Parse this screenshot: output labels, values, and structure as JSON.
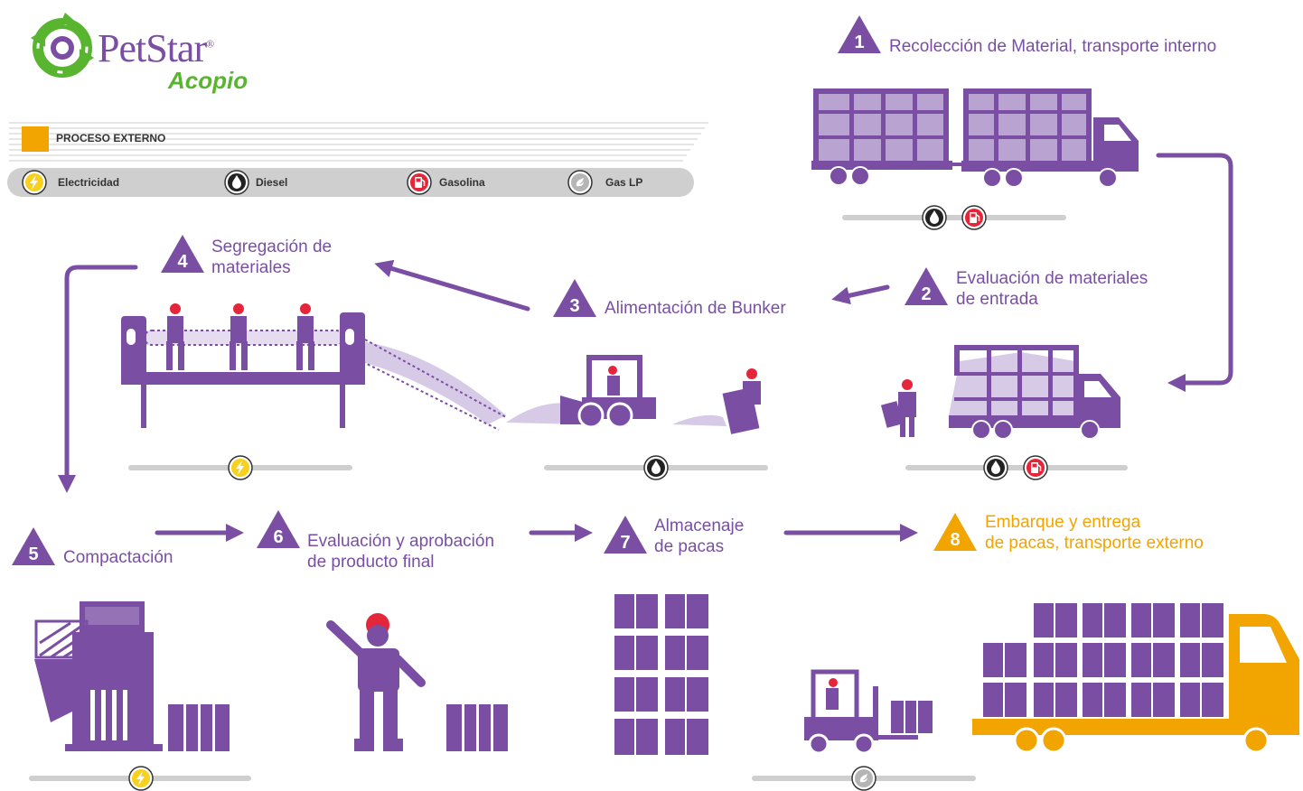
{
  "brand": {
    "name": "PetStar",
    "trademark": "®",
    "sub": "Acopio"
  },
  "legend": {
    "external_process": "PROCESO EXTERNO",
    "energy": [
      {
        "label": "Electricidad",
        "icon": "lightning-icon",
        "color": "#f7d11e"
      },
      {
        "label": "Diesel",
        "icon": "drop-icon",
        "color": "#222222"
      },
      {
        "label": "Gasolina",
        "icon": "fuel-pump-icon",
        "color": "#e5263a"
      },
      {
        "label": "Gas LP",
        "icon": "gas-flame-icon",
        "color": "#b5b5b5"
      }
    ]
  },
  "colors": {
    "purple": "#7a4fa3",
    "orange": "#f2a400",
    "green": "#59b42f",
    "gray": "#cfcfcf"
  },
  "steps": [
    {
      "num": "1",
      "line1": "Recolección de Material, transporte interno",
      "line2": "",
      "energy": [
        "drop-icon",
        "fuel-pump-icon"
      ]
    },
    {
      "num": "2",
      "line1": "Evaluación de materiales",
      "line2": "de entrada",
      "energy": [
        "drop-icon",
        "fuel-pump-icon"
      ]
    },
    {
      "num": "3",
      "line1": "Alimentación de Bunker",
      "line2": "",
      "energy": [
        "drop-icon"
      ]
    },
    {
      "num": "4",
      "line1": "Segregación de",
      "line2": "materiales",
      "energy": [
        "lightning-icon"
      ]
    },
    {
      "num": "5",
      "line1": "Compactación",
      "line2": "",
      "energy": [
        "lightning-icon"
      ]
    },
    {
      "num": "6",
      "line1": "Evaluación y aprobación",
      "line2": "de producto final",
      "energy": []
    },
    {
      "num": "7",
      "line1": "Almacenaje",
      "line2": "de pacas",
      "energy": [
        "gas-flame-icon"
      ]
    },
    {
      "num": "8",
      "line1": "Embarque y entrega",
      "line2": "de pacas, transporte externo",
      "energy": []
    }
  ]
}
